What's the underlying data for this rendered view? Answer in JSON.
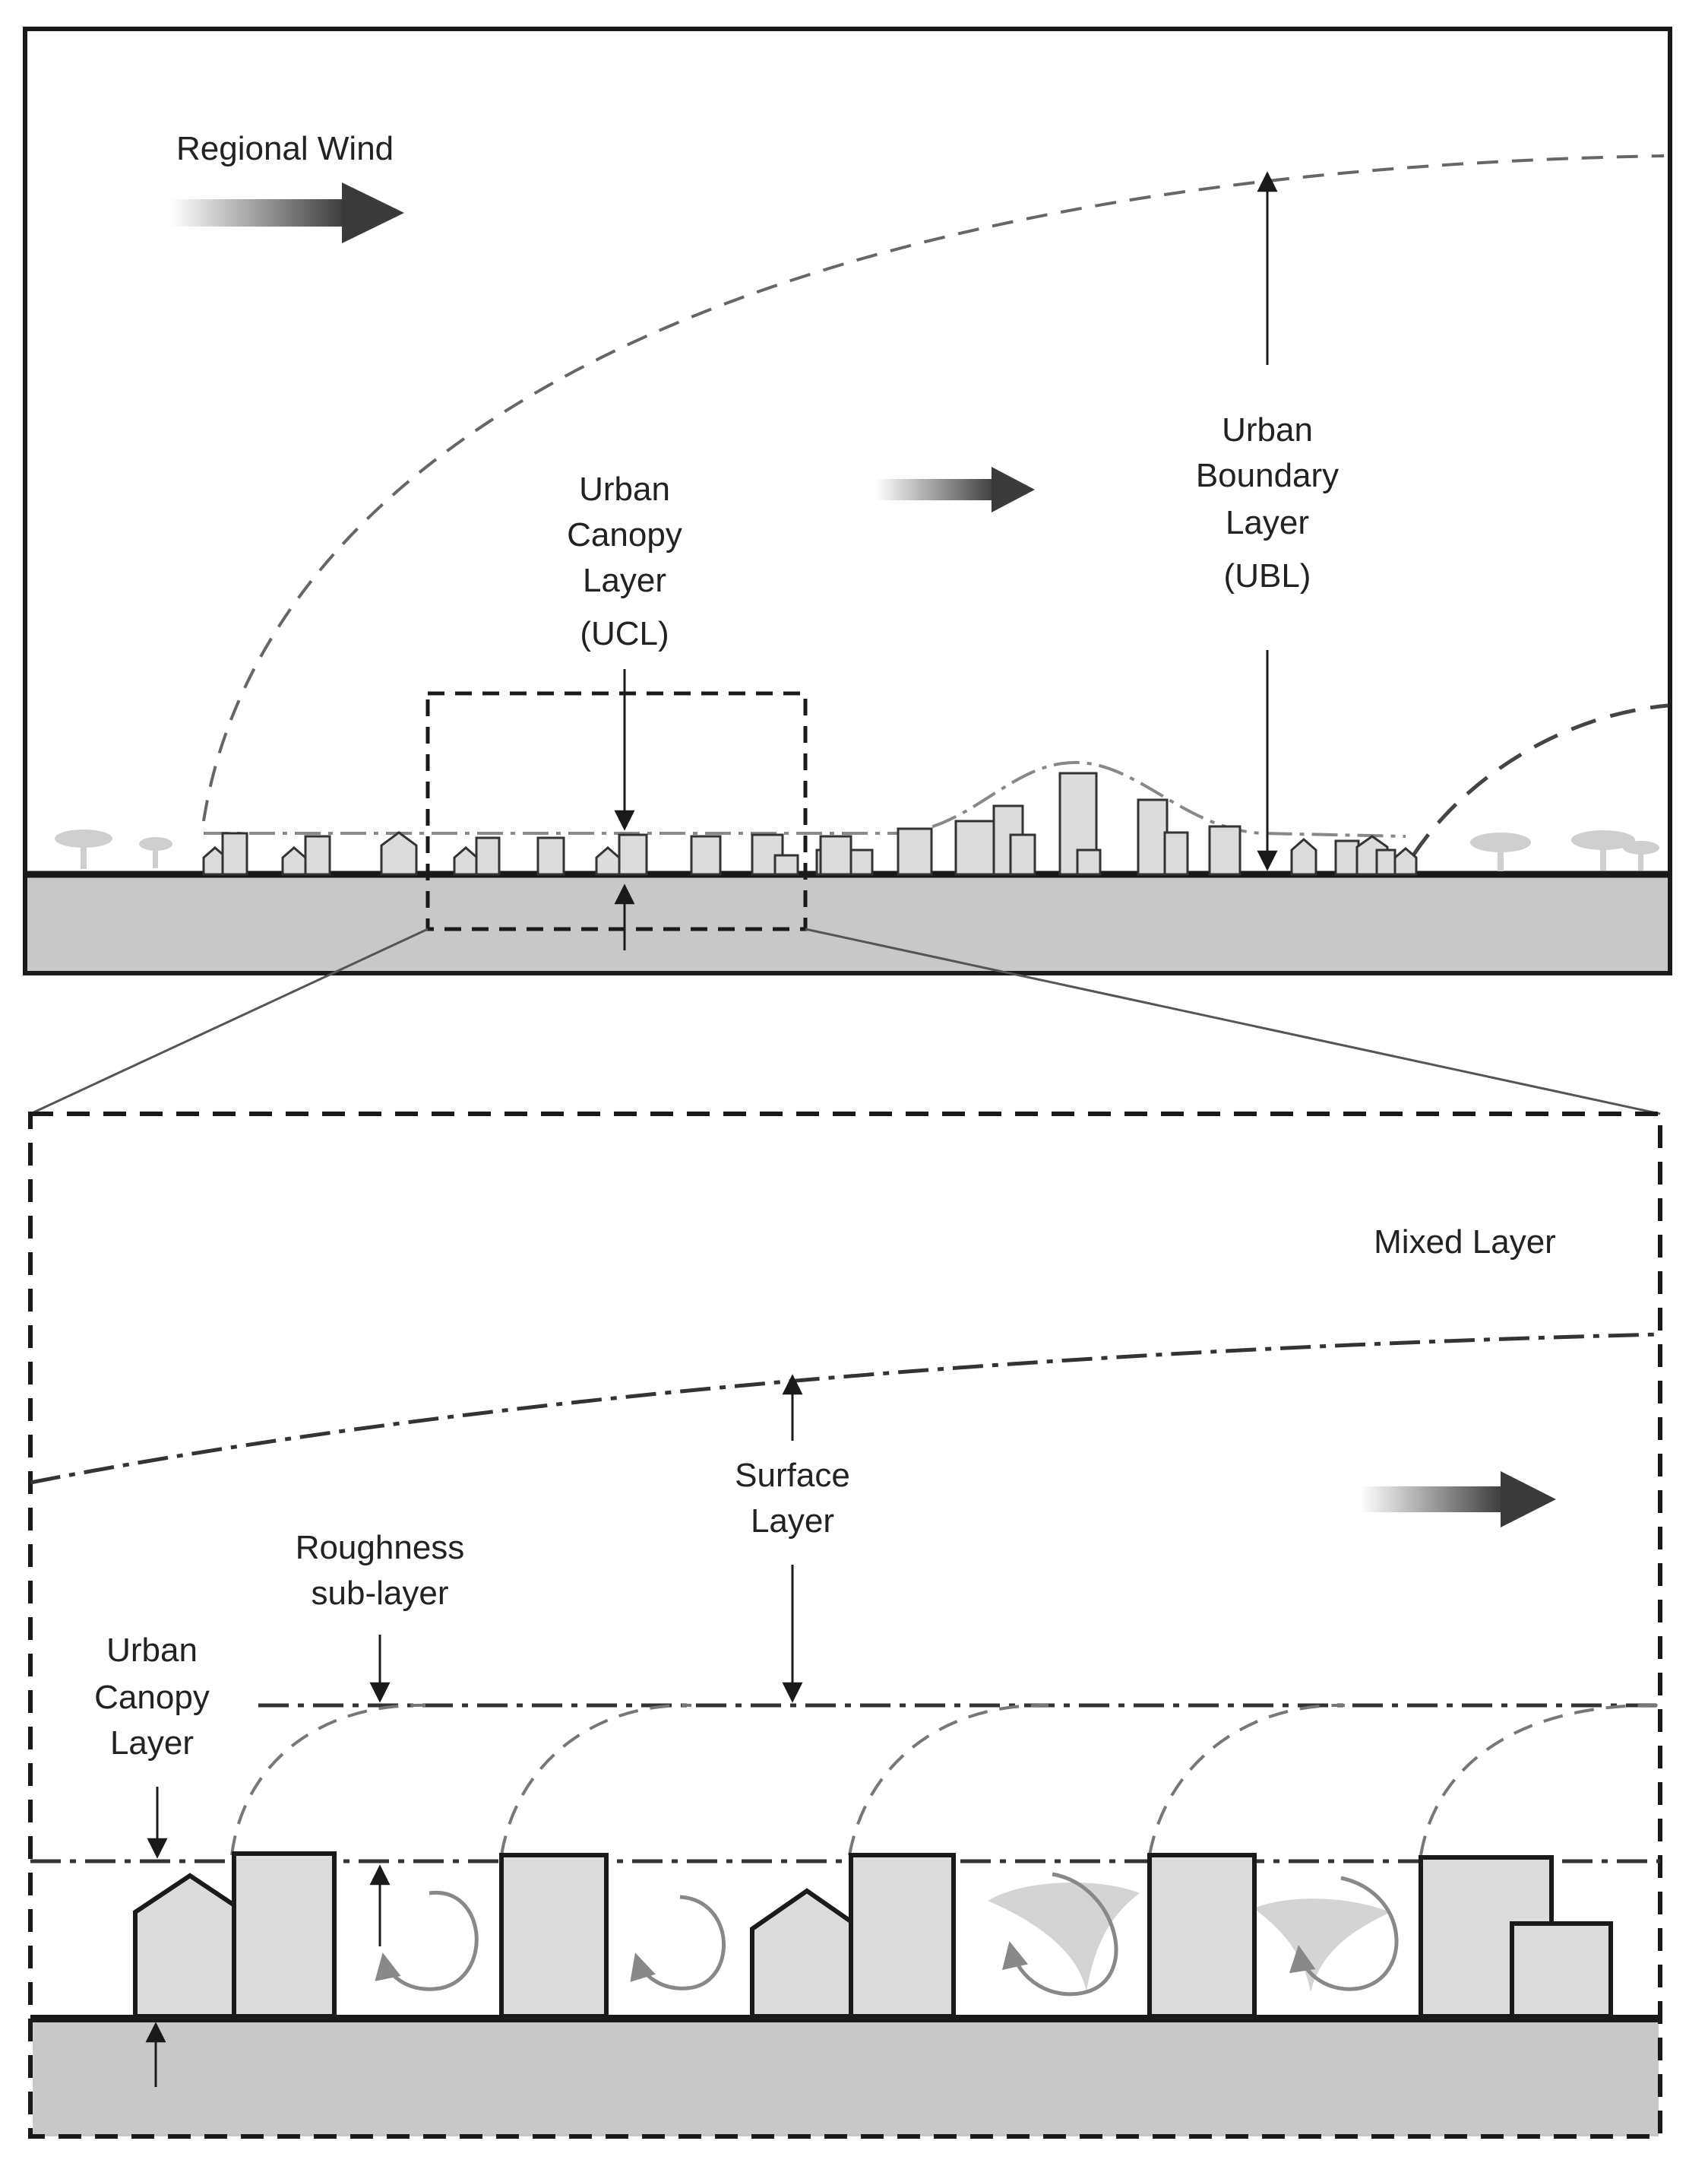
{
  "top_panel": {
    "regional_wind_label": "Regional Wind",
    "ucl_label": [
      "Urban",
      "Canopy",
      "Layer",
      "(UCL)"
    ],
    "ubl_label": [
      "Urban",
      "Boundary",
      "Layer",
      "(UBL)"
    ]
  },
  "bottom_panel": {
    "mixed_layer_label": "Mixed Layer",
    "surface_layer_label": [
      "Surface",
      "Layer"
    ],
    "roughness_label": [
      "Roughness",
      "sub-layer"
    ],
    "ucl_label": [
      "Urban",
      "Canopy",
      "Layer"
    ]
  },
  "colors": {
    "ground": "#c8c8c8",
    "building_fill": "#dcdcdc",
    "outline": "#1a1a1a",
    "dashed": "#666666",
    "tree": "#cfcfcf"
  }
}
